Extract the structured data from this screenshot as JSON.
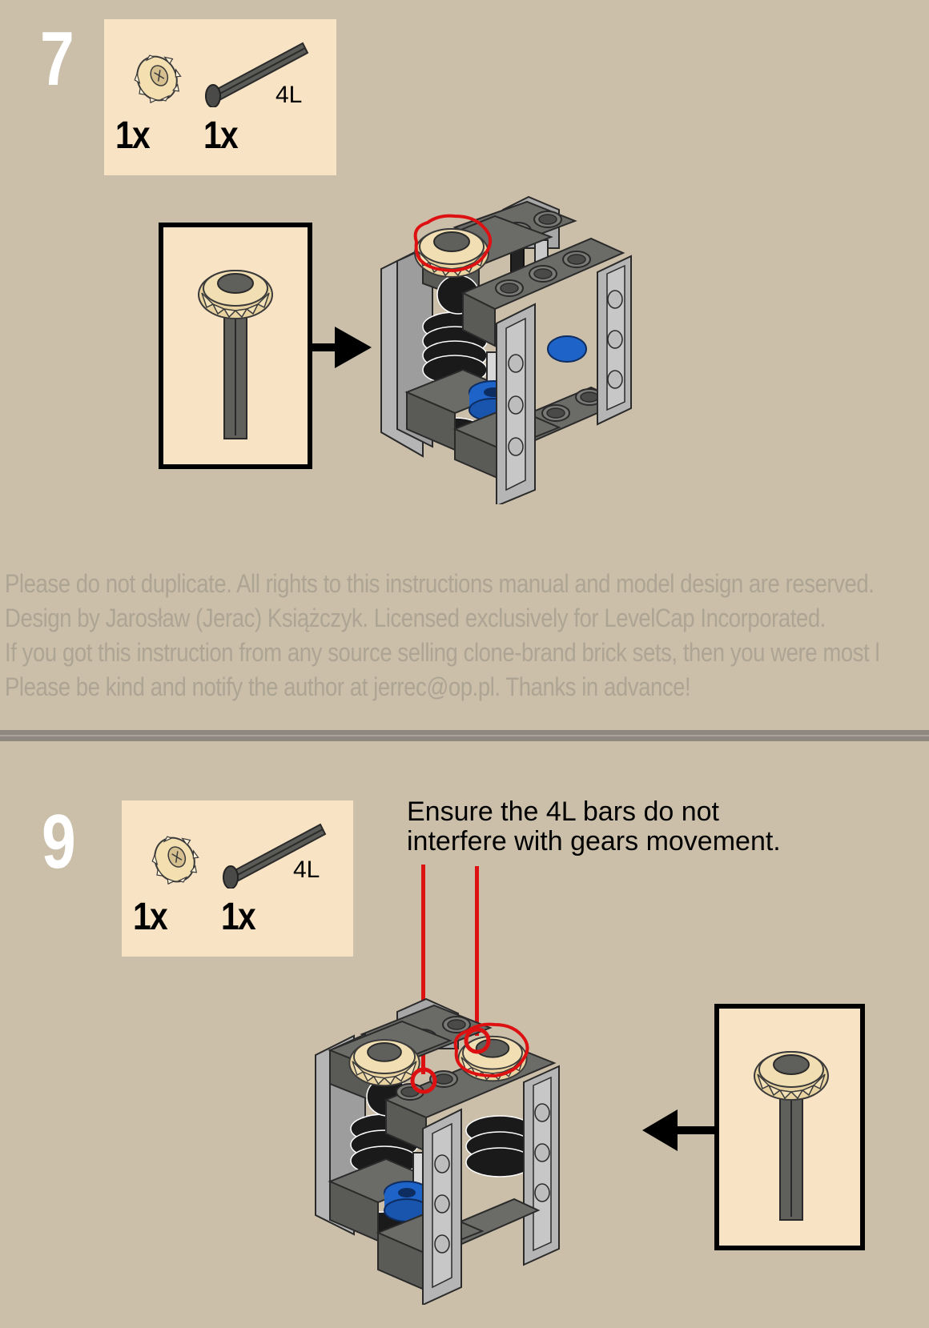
{
  "step7": {
    "number": "7",
    "parts": [
      {
        "icon": "bevel-gear-icon",
        "qty": "1x"
      },
      {
        "icon": "axle-with-stop-icon",
        "qty": "1x",
        "length": "4L"
      }
    ]
  },
  "notice": {
    "lines": [
      "Please do not duplicate. All rights to this instructions manual and model design are reserved.",
      "Design by Jarosław (Jerac) Książczyk. Licensed exclusively for LevelCap Incorporated.",
      "If you got this instruction from any source selling clone-brand brick sets, then you were most l",
      "Please be kind and notify the author at jerrec@op.pl. Thanks in advance!"
    ]
  },
  "step9": {
    "number": "9",
    "parts": [
      {
        "icon": "bevel-gear-icon",
        "qty": "1x"
      },
      {
        "icon": "axle-with-stop-icon",
        "qty": "1x",
        "length": "4L"
      }
    ],
    "note_lines": [
      "Ensure the 4L bars do not",
      "interfere with gears movement."
    ]
  },
  "colors": {
    "background": "#cbbfaa",
    "parts_box": "#f8e3c5",
    "highlight": "#dd1111",
    "dark_grey": "#5f5f5c",
    "light_grey": "#a7a7a7",
    "blue": "#1e63c8",
    "tan": "#eed9a8"
  }
}
